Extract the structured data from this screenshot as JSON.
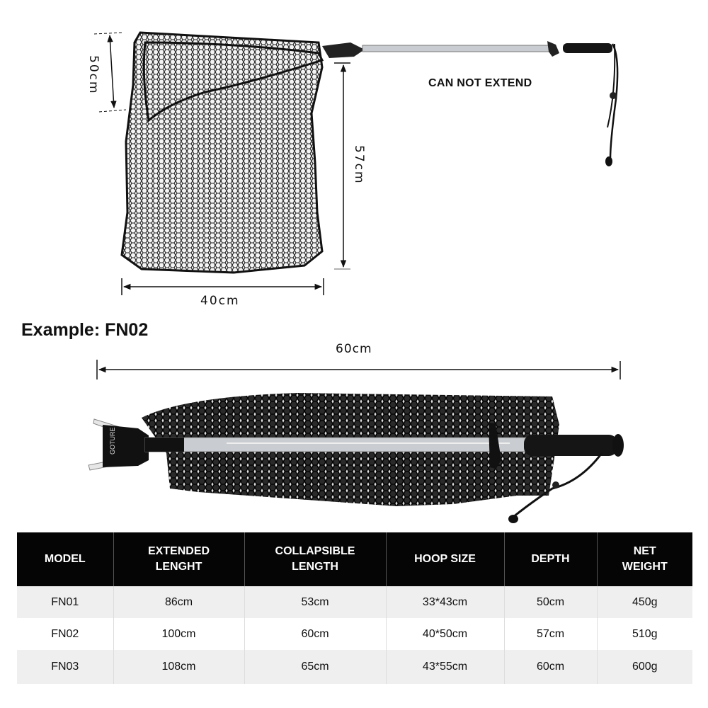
{
  "top_diagram": {
    "hoop_label": "50cm",
    "depth_label": "57cm",
    "width_label": "40cm",
    "handle_note": "CAN NOT EXTEND"
  },
  "example": {
    "title": "Example: FN02",
    "collapsed_length_label": "60cm",
    "brand_on_head": "GOTURE"
  },
  "spec_table": {
    "headers": [
      [
        "MODEL"
      ],
      [
        "EXTENDED",
        "LENGHT"
      ],
      [
        "COLLAPSIBLE",
        "LENGTH"
      ],
      [
        "HOOP SIZE"
      ],
      [
        "DEPTH"
      ],
      [
        "NET",
        "WEIGHT"
      ]
    ],
    "rows": [
      [
        "FN01",
        "86cm",
        "53cm",
        "33*43cm",
        "50cm",
        "450g"
      ],
      [
        "FN02",
        "100cm",
        "60cm",
        "40*50cm",
        "57cm",
        "510g"
      ],
      [
        "FN03",
        "108cm",
        "65cm",
        "43*55cm",
        "60cm",
        "600g"
      ]
    ]
  },
  "colors": {
    "header_bg": "#050505",
    "row_alt_bg": "#efefef",
    "pole": "#c9cdd1",
    "net": "#1a1a1a"
  }
}
